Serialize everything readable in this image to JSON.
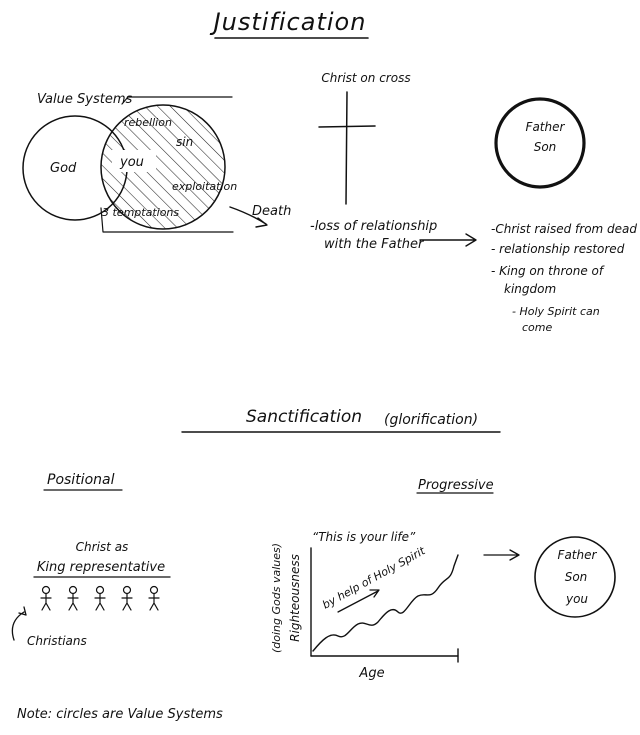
{
  "justification": {
    "title": "Justification",
    "value_systems_label": "Value Systems",
    "god_label": "God",
    "you_label": "you",
    "rebellion_label": "rebellion",
    "sin_label": "sin",
    "exploitation_label": "exploitation",
    "temptations_label": "3 temptations",
    "death_label": "Death",
    "cross_label": "Christ on cross",
    "loss_line1": "-loss of relationship",
    "loss_line2": "with the Father",
    "circle_line1": "Father",
    "circle_line2": "Son",
    "results": [
      "-Christ raised from dead",
      "- relationship restored",
      "- King on throne of",
      "kingdom",
      "- Holy Spirit can",
      "come"
    ]
  },
  "sanctification": {
    "title": "Sanctification",
    "subtitle": "(glorification)",
    "positional": {
      "heading": "Positional",
      "christ_line1": "Christ as",
      "christ_line2": "King representative",
      "christians_label": "Christians",
      "figure_count": 5
    },
    "progressive": {
      "heading": "Progressive",
      "graph_title": "“This is your life”",
      "y_label": "Righteousness",
      "y_sublabel": "(doing Gods values)",
      "x_label": "Age",
      "curve_label": "by help of Holy Spirit",
      "circle_line1": "Father",
      "circle_line2": "Son",
      "circle_line3": "you"
    }
  },
  "note": "Note: circles are Value Systems"
}
